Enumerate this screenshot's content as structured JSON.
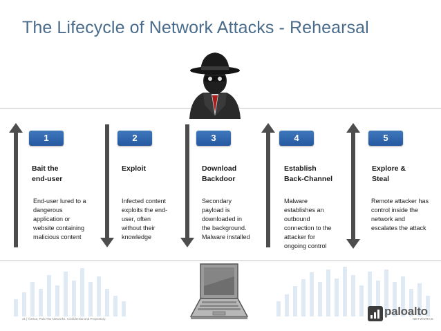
{
  "title": "The Lifecycle of Network Attacks - Rehearsal",
  "steps": [
    {
      "num": "1",
      "head": [
        "Bait the",
        "end-user"
      ],
      "desc": [
        "End-user lured to a",
        "dangerous",
        "application or",
        "website containing",
        "malicious content"
      ]
    },
    {
      "num": "2",
      "head": [
        "Exploit"
      ],
      "desc": [
        "Infected content",
        "exploits the end-",
        "user, often",
        "without their",
        "knowledge"
      ]
    },
    {
      "num": "3",
      "head": [
        "Download",
        "Backdoor"
      ],
      "desc": [
        "Secondary",
        "payload is",
        "downloaded in",
        "the background.",
        "Malware installed"
      ]
    },
    {
      "num": "4",
      "head": [
        "Establish",
        "Back-Channel"
      ],
      "desc": [
        "Malware",
        "establishes an",
        "outbound",
        "connection to the",
        "attacker for",
        "ongoing control"
      ]
    },
    {
      "num": "5",
      "head": [
        "Explore &",
        "Steal"
      ],
      "desc": [
        "Remote attacker has",
        "control inside the",
        "network and",
        "escalates the attack"
      ]
    }
  ],
  "footer": "21 | ©2012, Palo Alto Networks. Confidential and Proprietary.",
  "logo": {
    "name": "paloalto",
    "sub": "NETWORKS"
  },
  "colors": {
    "title": "#4a6c8c",
    "badge": "#2d63aa",
    "arrow": "#4d4d4d"
  },
  "icons": [
    "spy-hacker-icon",
    "laptop-icon",
    "paloalto-logo-icon"
  ]
}
